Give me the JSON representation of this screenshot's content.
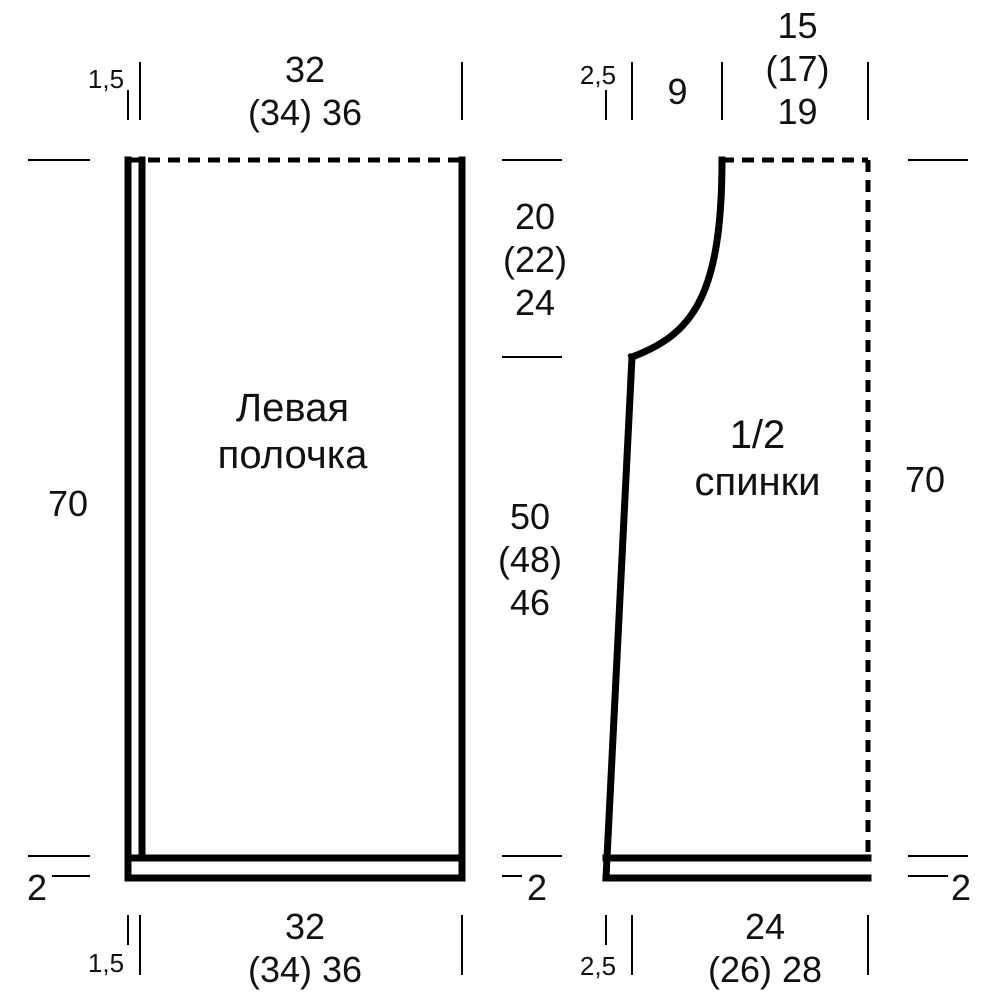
{
  "left_panel": {
    "title_line1": "Левая",
    "title_line2": "полочка",
    "top_width": {
      "a": "32",
      "b": "(34)",
      "c": "36"
    },
    "top_edge": "1,5",
    "bottom_width": {
      "a": "32",
      "b": "(34)",
      "c": "36"
    },
    "bottom_edge": "1,5",
    "height": "70",
    "hem_left": "2",
    "armhole": {
      "a": "20",
      "b": "(22)",
      "c": "24"
    },
    "side": {
      "a": "50",
      "b": "(48)",
      "c": "46"
    },
    "hem_right": "2"
  },
  "right_panel": {
    "title_line1": "1/2",
    "title_line2": "спинки",
    "top_edge": "2,5",
    "shoulder": "9",
    "neck": {
      "a": "15",
      "b": "(17)",
      "c": "19"
    },
    "height": "70",
    "bottom_edge": "2,5",
    "bottom_width": {
      "a": "24",
      "b": "(26)",
      "c": "28"
    },
    "hem_right": "2"
  },
  "colors": {
    "line": "#000000",
    "background": "#ffffff"
  }
}
